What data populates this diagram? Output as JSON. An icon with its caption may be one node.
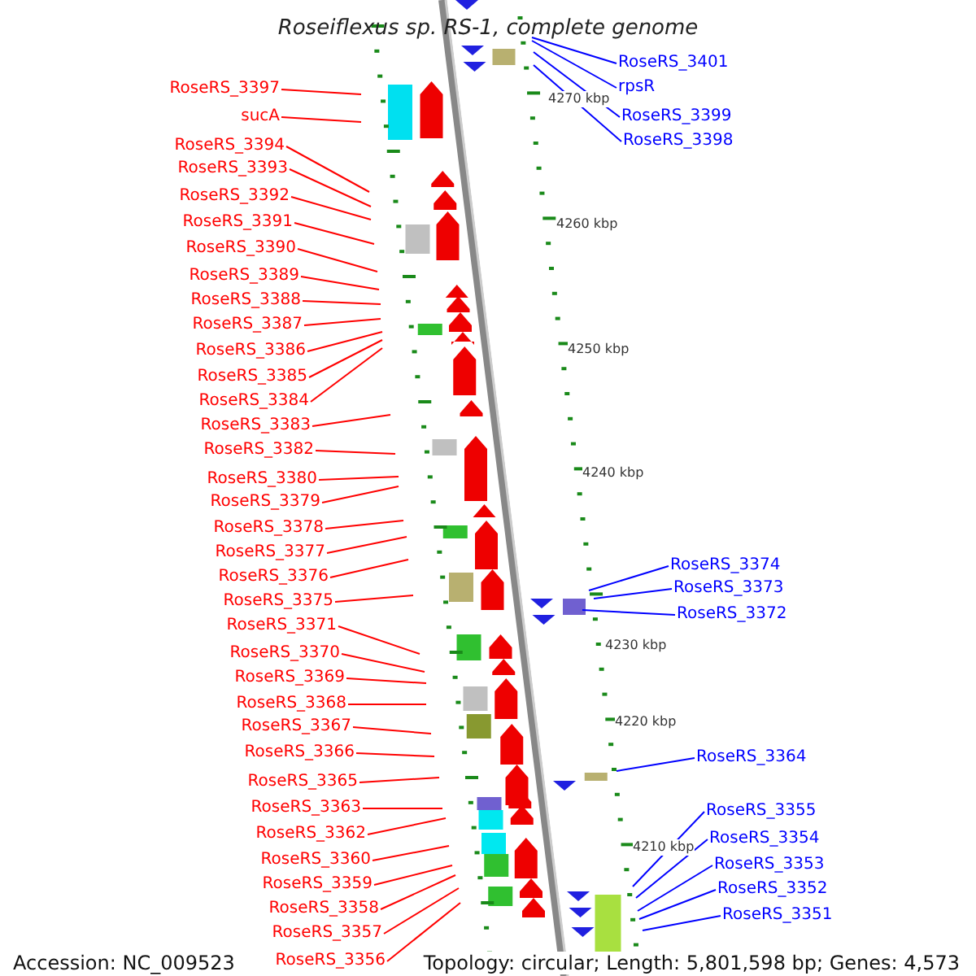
{
  "diagram": {
    "title": "Roseiflexus sp. RS-1, complete genome",
    "nodes": [
      {
        "text": [
          "RoseRS_3397"
        ]
      },
      {
        "text": [
          "sucA"
        ]
      },
      {
        "text": [
          "RoseRS_3394"
        ]
      },
      {
        "text": [
          "RoseRS_3393"
        ]
      },
      {
        "text": [
          "RoseRS_3392"
        ]
      },
      {
        "text": [
          "RoseRS_3391"
        ]
      },
      {
        "text": [
          "RoseRS_3390"
        ]
      },
      {
        "text": [
          "RoseRS_3389"
        ]
      },
      {
        "text": [
          "RoseRS_3388"
        ]
      },
      {
        "text": [
          "RoseRS_3387"
        ]
      },
      {
        "text": [
          "RoseRS_3386"
        ]
      },
      {
        "text": [
          "RoseRS_3385"
        ]
      },
      {
        "text": [
          "RoseRS_3384"
        ]
      },
      {
        "text": [
          "RoseRS_3383"
        ]
      },
      {
        "text": [
          "RoseRS_3382"
        ]
      },
      {
        "text": [
          "RoseRS_3380"
        ]
      },
      {
        "text": [
          "RoseRS_3379"
        ]
      },
      {
        "text": [
          "RoseRS_3378"
        ]
      },
      {
        "text": [
          "RoseRS_3377"
        ]
      },
      {
        "text": [
          "RoseRS_3376"
        ]
      },
      {
        "text": [
          "RoseRS_3375"
        ]
      },
      {
        "text": [
          "RoseRS_3371"
        ]
      },
      {
        "text": [
          "RoseRS_3370"
        ]
      },
      {
        "text": [
          "RoseRS_3369"
        ]
      },
      {
        "text": [
          "RoseRS_3368"
        ]
      },
      {
        "text": [
          "RoseRS_3367"
        ]
      },
      {
        "text": [
          "RoseRS_3366"
        ]
      },
      {
        "text": [
          "RoseRS_3365"
        ]
      },
      {
        "text": [
          "RoseRS_3363"
        ]
      },
      {
        "text": [
          "RoseRS_3362"
        ]
      },
      {
        "text": [
          "RoseRS_3360"
        ]
      },
      {
        "text": [
          "RoseRS_3359"
        ]
      },
      {
        "text": [
          "RoseRS_3358"
        ]
      },
      {
        "text": [
          "RoseRS_3357"
        ]
      },
      {
        "text": [
          "RoseRS_3356"
        ]
      },
      {
        "text": [
          "RoseRS_3401"
        ]
      },
      {
        "text": [
          "rpsR"
        ]
      },
      {
        "text": [
          "RoseRS_3399"
        ]
      },
      {
        "text": [
          "RoseRS_3398"
        ]
      },
      {
        "text": [
          "RoseRS_3374"
        ]
      },
      {
        "text": [
          "RoseRS_3373"
        ]
      },
      {
        "text": [
          "RoseRS_3372"
        ]
      },
      {
        "text": [
          "RoseRS_3364"
        ]
      },
      {
        "text": [
          "RoseRS_3355"
        ]
      },
      {
        "text": [
          "RoseRS_3354"
        ]
      },
      {
        "text": [
          "RoseRS_3353"
        ]
      },
      {
        "text": [
          "RoseRS_3352"
        ]
      },
      {
        "text": [
          "RoseRS_3351"
        ]
      }
    ],
    "edges": [
      {
        "from": 0,
        "to": null,
        "arrow": "none"
      },
      {
        "from": 1,
        "to": null,
        "arrow": "none"
      },
      {
        "from": 2,
        "to": null,
        "arrow": "none"
      },
      {
        "from": 3,
        "to": null,
        "arrow": "none"
      },
      {
        "from": 4,
        "to": null,
        "arrow": "none"
      },
      {
        "from": 5,
        "to": null,
        "arrow": "none"
      },
      {
        "from": 6,
        "to": null,
        "arrow": "none"
      },
      {
        "from": 7,
        "to": null,
        "arrow": "none"
      },
      {
        "from": 8,
        "to": null,
        "arrow": "none"
      },
      {
        "from": 9,
        "to": null,
        "arrow": "none"
      },
      {
        "from": 10,
        "to": null,
        "arrow": "none"
      },
      {
        "from": 11,
        "to": null,
        "arrow": "none"
      },
      {
        "from": 12,
        "to": null,
        "arrow": "none"
      },
      {
        "from": 13,
        "to": null,
        "arrow": "none"
      },
      {
        "from": 14,
        "to": null,
        "arrow": "none"
      },
      {
        "from": 15,
        "to": null,
        "arrow": "none"
      },
      {
        "from": 16,
        "to": null,
        "arrow": "none"
      },
      {
        "from": 17,
        "to": null,
        "arrow": "none"
      },
      {
        "from": 18,
        "to": null,
        "arrow": "none"
      },
      {
        "from": 19,
        "to": null,
        "arrow": "none"
      },
      {
        "from": 20,
        "to": null,
        "arrow": "none"
      },
      {
        "from": 21,
        "to": null,
        "arrow": "none"
      },
      {
        "from": 22,
        "to": null,
        "arrow": "none"
      },
      {
        "from": 23,
        "to": null,
        "arrow": "none"
      },
      {
        "from": 24,
        "to": null,
        "arrow": "none"
      },
      {
        "from": 25,
        "to": null,
        "arrow": "none"
      },
      {
        "from": 26,
        "to": null,
        "arrow": "none"
      },
      {
        "from": 27,
        "to": null,
        "arrow": "none"
      },
      {
        "from": 28,
        "to": null,
        "arrow": "none"
      },
      {
        "from": 29,
        "to": null,
        "arrow": "none"
      },
      {
        "from": 30,
        "to": null,
        "arrow": "none"
      },
      {
        "from": 31,
        "to": null,
        "arrow": "none"
      },
      {
        "from": 32,
        "to": null,
        "arrow": "none"
      },
      {
        "from": 33,
        "to": null,
        "arrow": "none"
      },
      {
        "from": 34,
        "to": null,
        "arrow": "none"
      },
      {
        "from": 35,
        "to": null,
        "arrow": "none",
        "color": "#0000ff"
      },
      {
        "from": 36,
        "to": null,
        "arrow": "none",
        "color": "#0000ff"
      },
      {
        "from": 37,
        "to": null,
        "arrow": "none",
        "color": "#0000ff"
      },
      {
        "from": 38,
        "to": null,
        "arrow": "none",
        "color": "#0000ff"
      },
      {
        "from": 39,
        "to": null,
        "arrow": "none",
        "color": "#0000ff"
      },
      {
        "from": 40,
        "to": null,
        "arrow": "none",
        "color": "#0000ff"
      },
      {
        "from": 41,
        "to": null,
        "arrow": "none",
        "color": "#0000ff"
      },
      {
        "from": 42,
        "to": null,
        "arrow": "none",
        "color": "#0000ff"
      },
      {
        "from": 43,
        "to": null,
        "arrow": "none",
        "color": "#0000ff"
      },
      {
        "from": 44,
        "to": null,
        "arrow": "none",
        "color": "#0000ff"
      },
      {
        "from": 45,
        "to": null,
        "arrow": "none",
        "color": "#0000ff"
      },
      {
        "from": 46,
        "to": null,
        "arrow": "none",
        "color": "#0000ff"
      },
      {
        "from": 47,
        "to": null,
        "arrow": "none",
        "color": "#0000ff"
      }
    ],
    "labels": [
      "4270 kbp",
      "4260 kbp",
      "4250 kbp",
      "4240 kbp",
      "4230 kbp",
      "4220 kbp",
      "4210 kbp",
      "Accession: NC_009523",
      "Topology: circular; Length: 5,801,598 bp; Genes: 4,573"
    ]
  }
}
